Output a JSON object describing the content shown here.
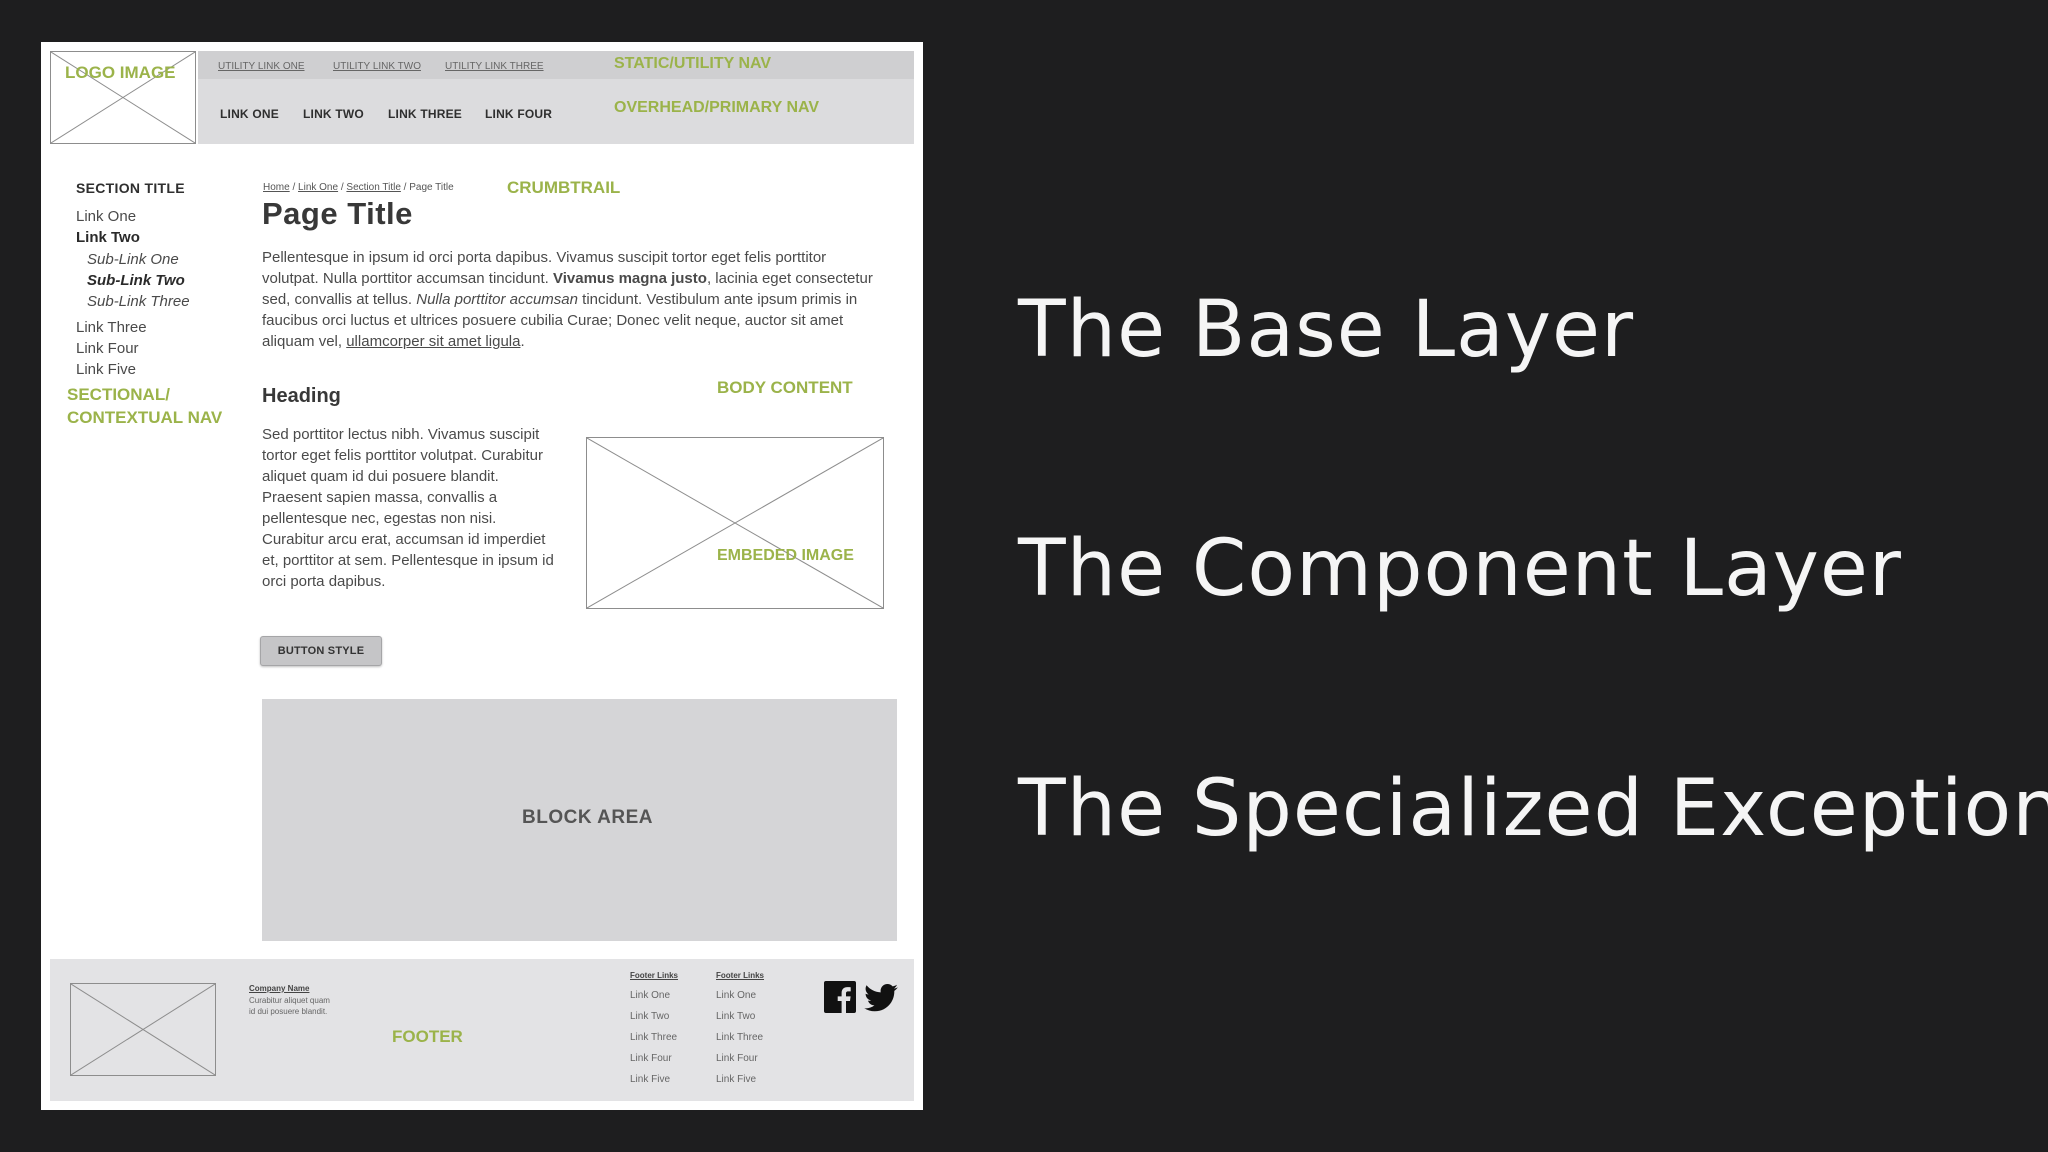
{
  "wireframe": {
    "logo_label": "LOGO IMAGE",
    "utility_links": [
      "UTILITY LINK ONE",
      "UTILITY LINK TWO",
      "UTILITY LINK THREE"
    ],
    "utility_label": "STATIC/UTILITY NAV",
    "primary_links": [
      "LINK ONE",
      "LINK TWO",
      "LINK THREE",
      "LINK FOUR"
    ],
    "primary_label": "OVERHEAD/PRIMARY NAV",
    "sidebar": {
      "title": "SECTION TITLE",
      "link_one": "Link One",
      "link_two": "Link Two",
      "sub_one": "Sub-Link One",
      "sub_two": "Sub-Link Two",
      "sub_three": "Sub-Link Three",
      "link_three": "Link Three",
      "link_four": "Link Four",
      "link_five": "Link Five",
      "label_line1": "SECTIONAL/",
      "label_line2": "CONTEXTUAL NAV"
    },
    "breadcrumb": {
      "home": "Home",
      "sep": "/",
      "link_one": "Link One",
      "section": "Section Title",
      "current": "Page Title",
      "label": "CRUMBTRAIL"
    },
    "page_title": "Page Title",
    "intro": {
      "part1": "Pellentesque in ipsum id orci porta dapibus. Vivamus suscipit tortor eget felis porttitor volutpat. Nulla porttitor accumsan tincidunt. ",
      "bold": "Vivamus magna justo",
      "part2": ", lacinia eget consectetur sed, convallis at tellus. ",
      "italic": "Nulla porttitor accumsan",
      "part3": " tincidunt. Vestibulum ante ipsum primis in faucibus orci luctus et ultrices posuere cubilia Curae; Donec velit neque, auctor sit amet aliquam vel, ",
      "link": "ullamcorper sit amet ligula",
      "part4": "."
    },
    "body_label": "BODY CONTENT",
    "heading": "Heading",
    "paragraph": "Sed porttitor lectus nibh. Vivamus suscipit tortor eget felis porttitor volutpat. Curabitur aliquet quam id dui posuere blandit. Praesent sapien massa, convallis a pellentesque nec, egestas non nisi. Curabitur arcu erat, accumsan id imperdiet et, porttitor at sem. Pellentesque in ipsum id orci porta dapibus.",
    "embed_label": "EMBEDED IMAGE",
    "button_label": "BUTTON STYLE",
    "block_label": "BLOCK AREA",
    "footer": {
      "company_name": "Company Name",
      "company_text": "Curabitur aliquet quam id dui posuere blandit.",
      "label": "FOOTER",
      "col1_head": "Footer Links",
      "col2_head": "Footer Links",
      "col1": [
        "Link One",
        "Link Two",
        "Link Three",
        "Link Four",
        "Link Five"
      ],
      "col2": [
        "Link One",
        "Link Two",
        "Link Three",
        "Link Four",
        "Link Five"
      ],
      "social_icons": [
        "facebook-icon",
        "twitter-icon"
      ]
    }
  },
  "layers": {
    "base": "The Base Layer",
    "component": "The Component Layer",
    "exceptions": "The Specialized Exceptions"
  },
  "colors": {
    "background": "#1e1e1f",
    "annotation_green": "#9bb34a",
    "heading_text": "#f5f5f5"
  }
}
